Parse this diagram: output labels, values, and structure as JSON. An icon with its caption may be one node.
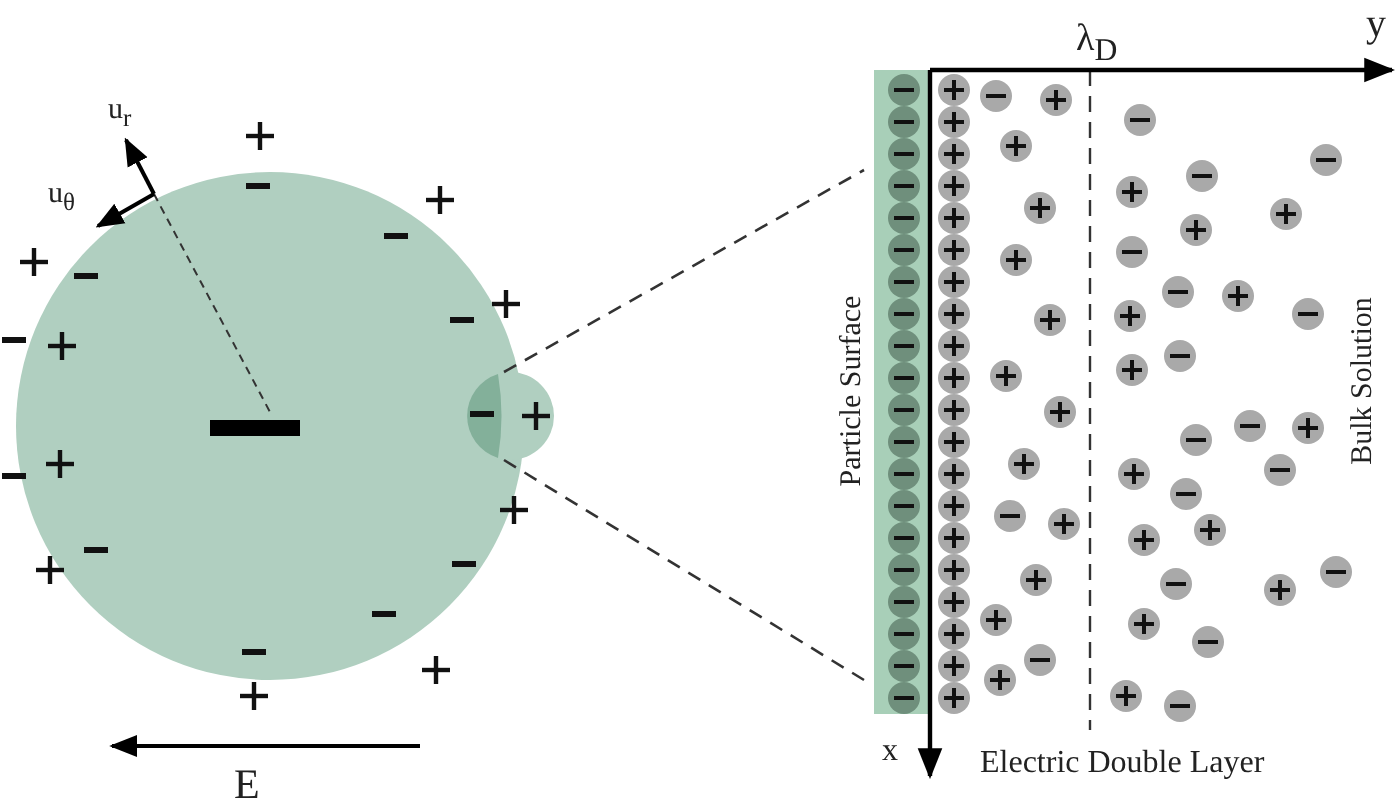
{
  "diagram": {
    "labels": [
      "λ$_{D}$",
      "y",
      "u$_{r}$",
      "u$_{θ}$",
      "Particle Surface",
      "Bulk Solution",
      "x",
      "Electric Double Layer",
      "E"
    ]
  }
}
